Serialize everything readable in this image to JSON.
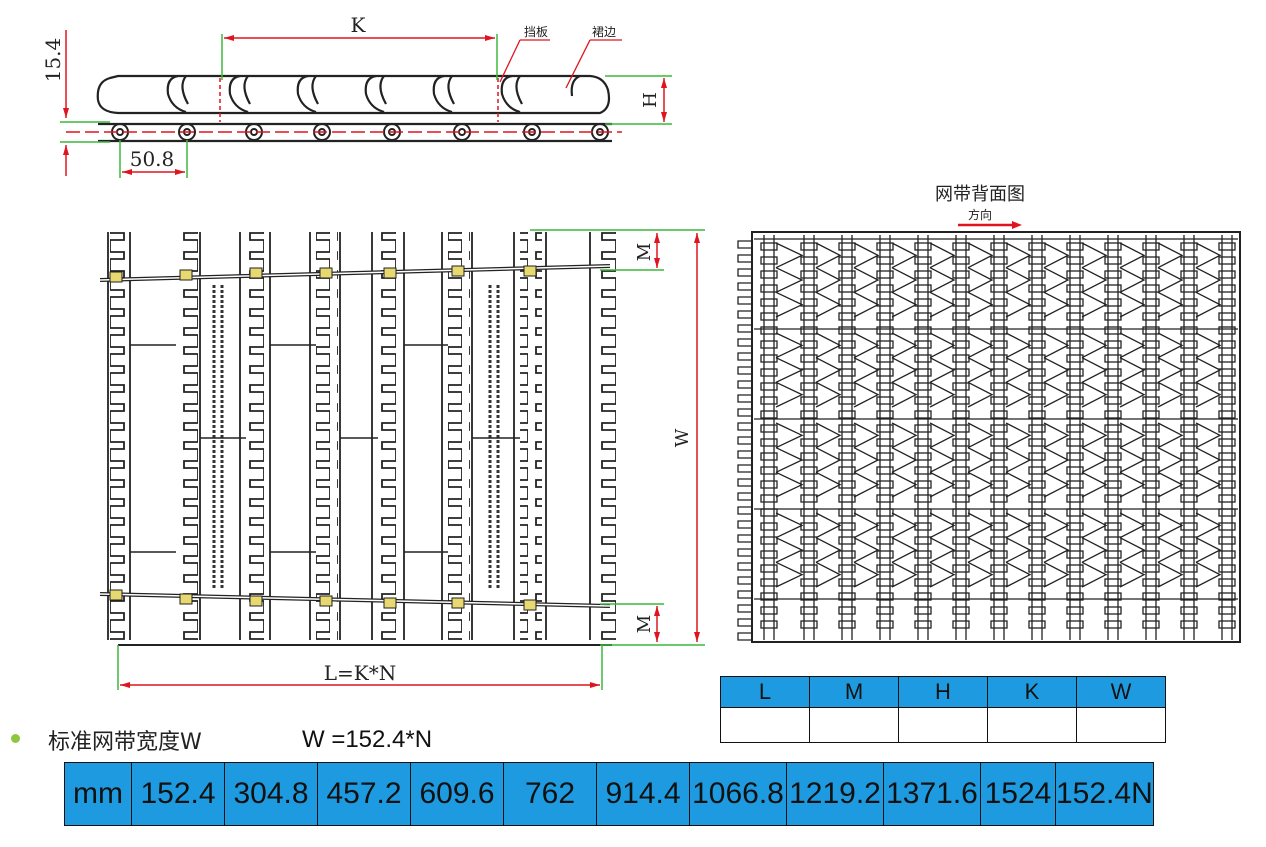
{
  "side_view": {
    "dim_k": "K",
    "dim_height_left": "15.4",
    "dim_pitch": "50.8",
    "dim_h": "H",
    "label_flight": "挡板",
    "label_sidewall": "裙边"
  },
  "top_view": {
    "dim_m_top": "M",
    "dim_m_bottom": "M",
    "dim_w": "W",
    "dim_length": "L=K*N"
  },
  "back_view": {
    "title": "网带背面图",
    "direction_label": "方向"
  },
  "params_table": {
    "headers": [
      "L",
      "M",
      "H",
      "K",
      "W"
    ],
    "values": [
      "",
      "",
      "",
      "",
      ""
    ]
  },
  "width_section": {
    "label": "标准网带宽度W",
    "formula": "W =152.4*N"
  },
  "width_table": {
    "cells": [
      "mm",
      "152.4",
      "304.8",
      "457.2",
      "609.6",
      "762",
      "914.4",
      "1066.8",
      "1219.2",
      "1371.6",
      "1524",
      "152.4N"
    ]
  },
  "colors": {
    "table_blue": "#1e9be0",
    "dim_red": "#e0141e",
    "dim_green": "#3cb83c",
    "bullet_green": "#8ec63f"
  }
}
